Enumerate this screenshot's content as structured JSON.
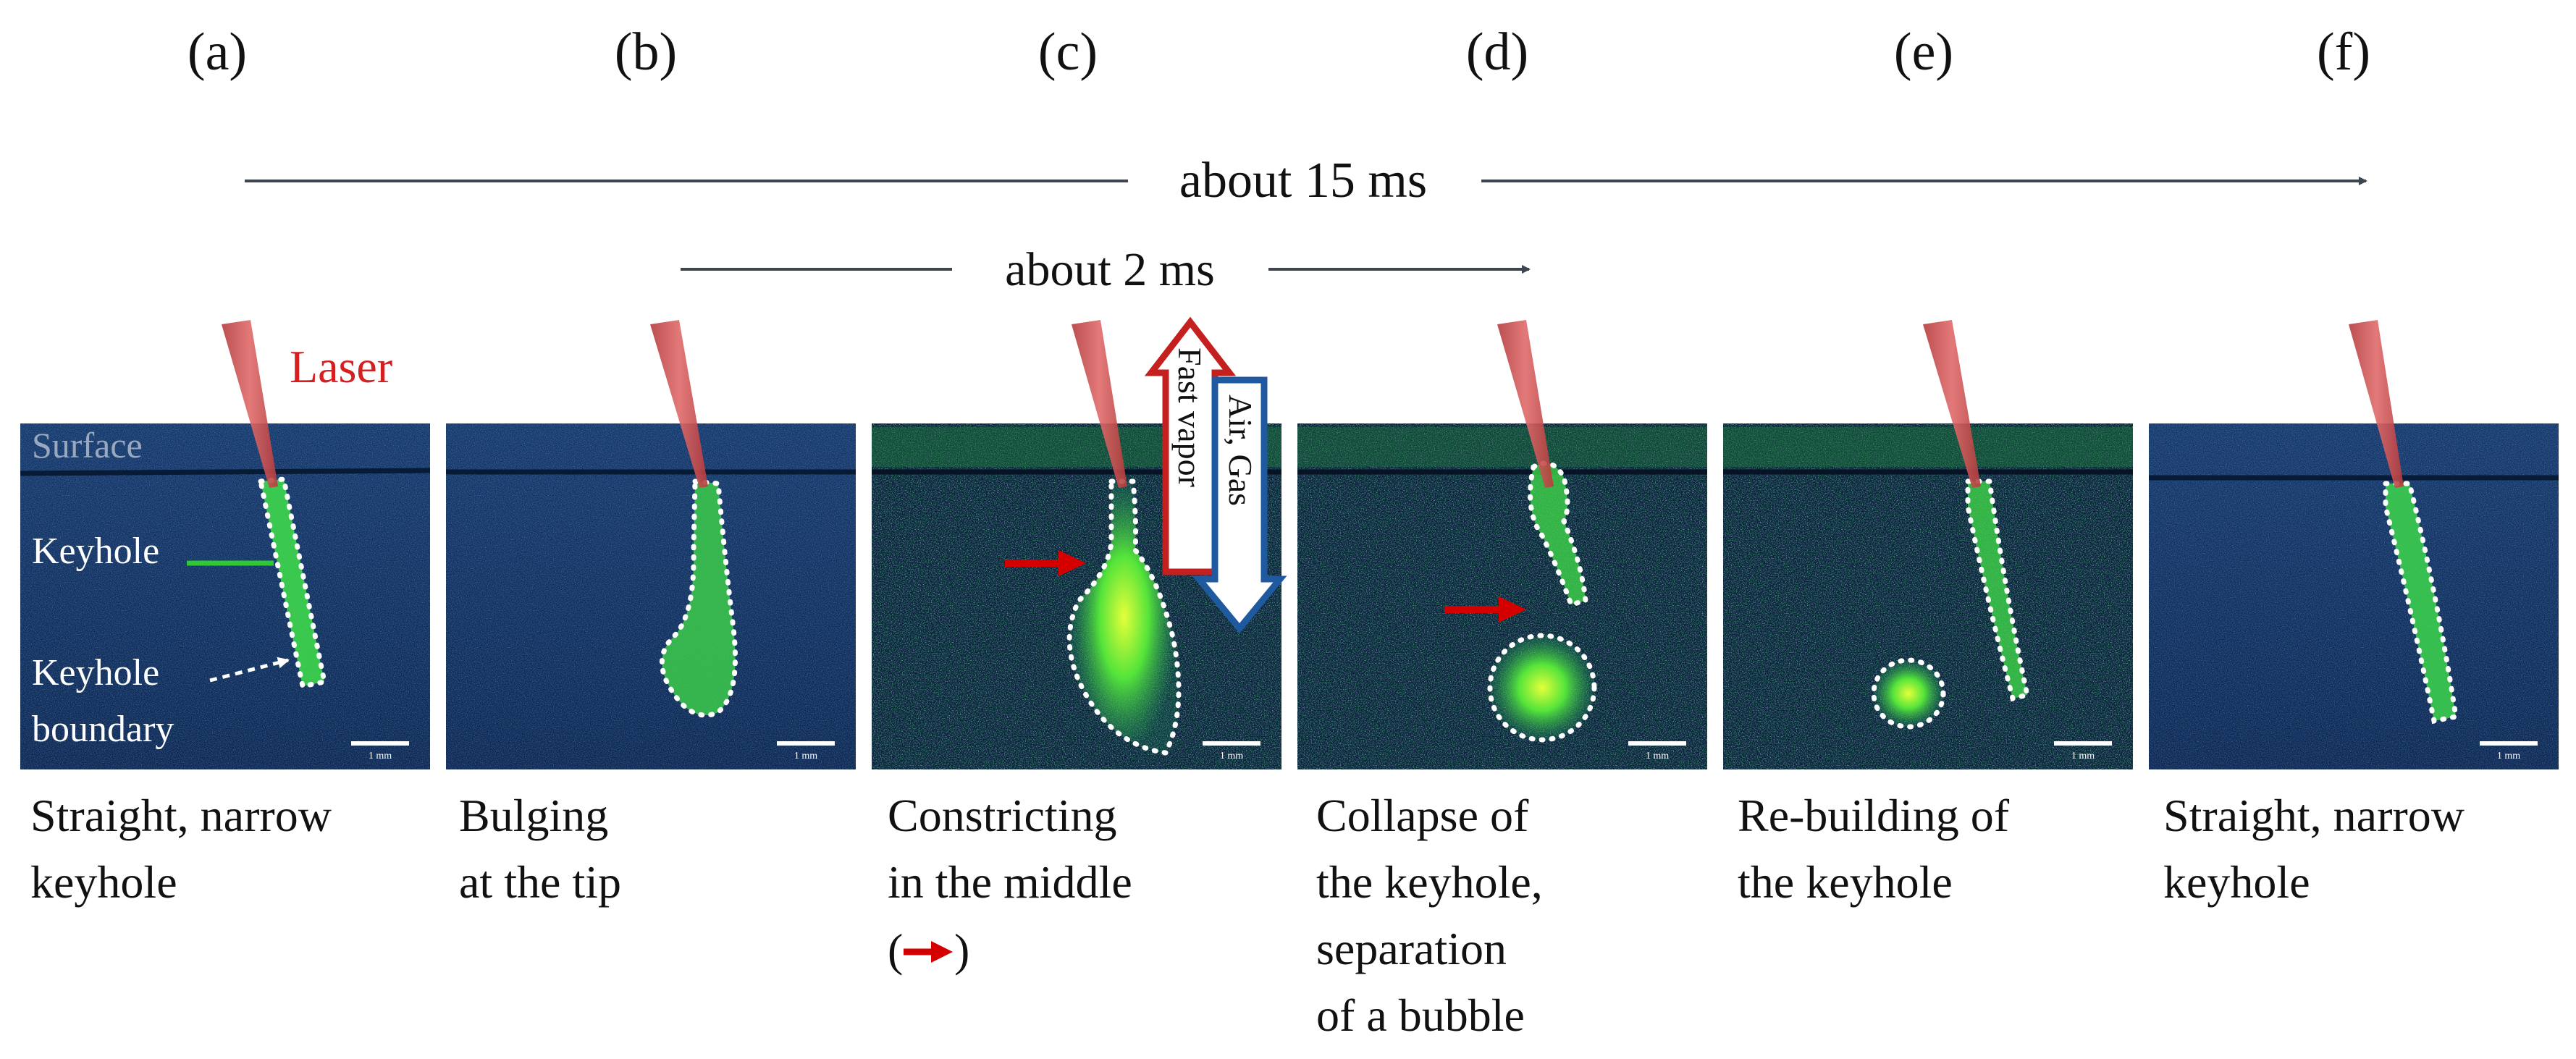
{
  "panel_letters": [
    "(a)",
    "(b)",
    "(c)",
    "(d)",
    "(e)",
    "(f)"
  ],
  "timeline_long": "about 15 ms",
  "timeline_short": "about 2 ms",
  "labels": {
    "laser": "Laser",
    "surface": "Surface",
    "keyhole": "Keyhole",
    "keyhole_boundary_1": "Keyhole",
    "keyhole_boundary_2": "boundary",
    "fast_vapor": "Fast vapor",
    "air_gas": "Air, Gas",
    "scale_bar": "1 mm"
  },
  "captions": [
    [
      "Straight, narrow",
      "keyhole"
    ],
    [
      "Bulging",
      "at the tip"
    ],
    [
      "Constricting",
      "in the middle"
    ],
    [
      "Collapse of",
      "the keyhole,",
      "separation",
      "of a bubble"
    ],
    [
      "Re-building of",
      "the keyhole"
    ],
    [
      "Straight, narrow",
      "keyhole"
    ]
  ],
  "caption_c_marker_open": "(",
  "caption_c_marker_close": ")",
  "colors": {
    "laser_beam": "#d24a4a",
    "laser_text": "#d42020",
    "red_arrow": "#d40000",
    "blue_outline": "#1f5aa0",
    "timeline": "#3d4650",
    "keyhole_green": "#2bd63c",
    "frame_bg": "#0e2c58"
  }
}
